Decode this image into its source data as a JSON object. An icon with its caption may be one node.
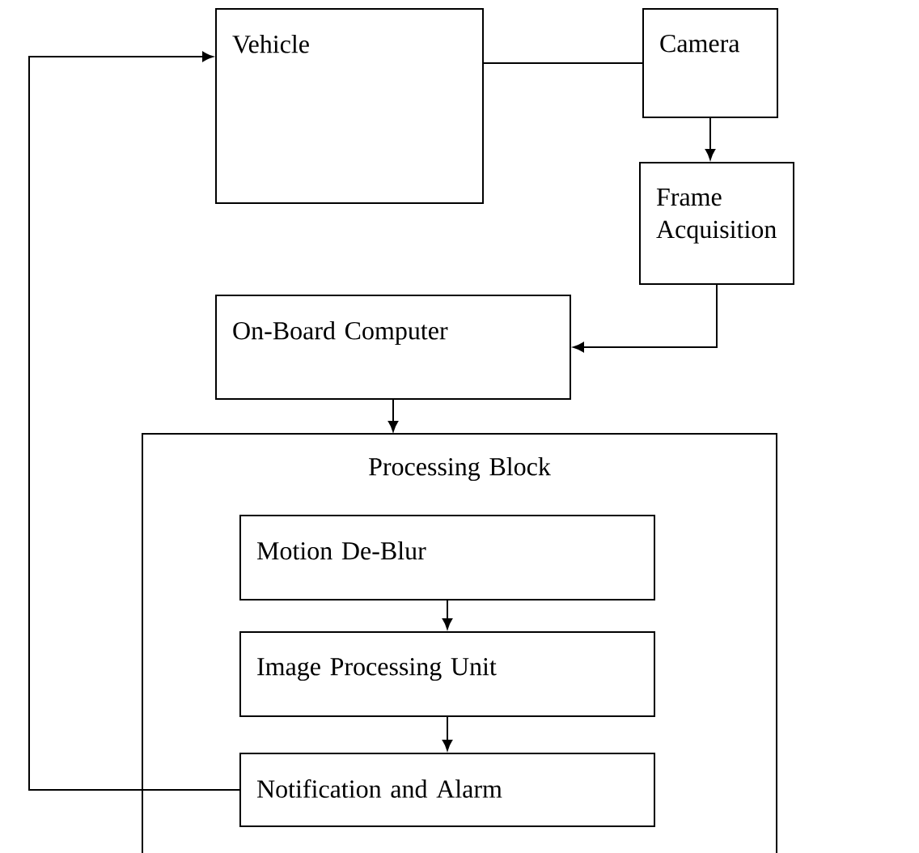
{
  "diagram": {
    "nodes": [
      {
        "text": [
          "Vehicle"
        ]
      },
      {
        "text": [
          "Camera"
        ]
      },
      {
        "text": [
          "Frame Acquisition"
        ]
      },
      {
        "text": [
          "On-Board Computer"
        ]
      },
      {
        "text": [
          "Processing Block"
        ]
      },
      {
        "text": [
          "Motion De-Blur"
        ],
        "in": 4
      },
      {
        "text": [
          "Image Processing Unit"
        ],
        "in": 4
      },
      {
        "text": [
          "Notification and Alarm"
        ],
        "in": 4
      }
    ],
    "edges": [
      {
        "from": 0,
        "to": 1,
        "arrow": "none"
      },
      {
        "from": 1,
        "to": 2,
        "arrow": "to"
      },
      {
        "from": 2,
        "to": 3,
        "arrow": "to"
      },
      {
        "from": 3,
        "to": 4,
        "arrow": "to"
      },
      {
        "from": 5,
        "to": 6,
        "arrow": "to"
      },
      {
        "from": 6,
        "to": 7,
        "arrow": "to"
      },
      {
        "from": 7,
        "to": 0,
        "arrow": "to"
      }
    ]
  }
}
